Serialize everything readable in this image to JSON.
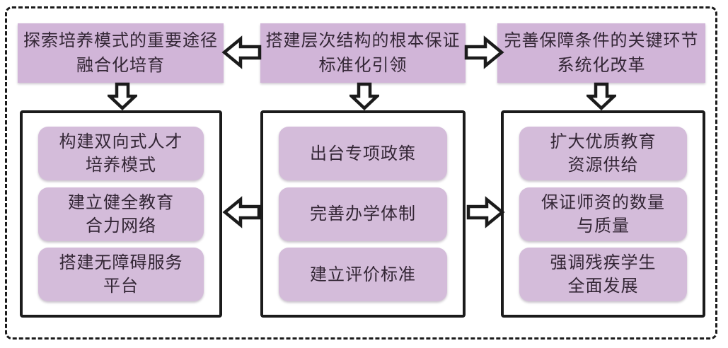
{
  "diagram": {
    "columns": [
      {
        "header": {
          "line1": "探索培养模式的重要途径",
          "line2": "融合化培育"
        },
        "items": [
          {
            "line1": "构建双向式人才",
            "line2": "培养模式"
          },
          {
            "line1": "建立健全教育",
            "line2": "合力网络"
          },
          {
            "line1": "搭建无障碍服务",
            "line2": "平台"
          }
        ]
      },
      {
        "header": {
          "line1": "搭建层次结构的根本保证",
          "line2": "标准化引领"
        },
        "items": [
          {
            "line1": "出台专项政策",
            "line2": ""
          },
          {
            "line1": "完善办学体制",
            "line2": ""
          },
          {
            "line1": "建立评价标准",
            "line2": ""
          }
        ]
      },
      {
        "header": {
          "line1": "完善保障条件的关键环节",
          "line2": "系统化改革"
        },
        "items": [
          {
            "line1": "扩大优质教育",
            "line2": "资源供给"
          },
          {
            "line1": "保证师资的数量",
            "line2": "与质量"
          },
          {
            "line1": "强调残疾学生",
            "line2": "全面发展"
          }
        ]
      }
    ],
    "colors": {
      "header_fill": "#d1b5d8",
      "item_fill": "#d4bcda",
      "text": "#332635",
      "arrow_fill": "#ffffff",
      "arrow_stroke": "#1b1b1b",
      "background": "#ffffff"
    }
  }
}
